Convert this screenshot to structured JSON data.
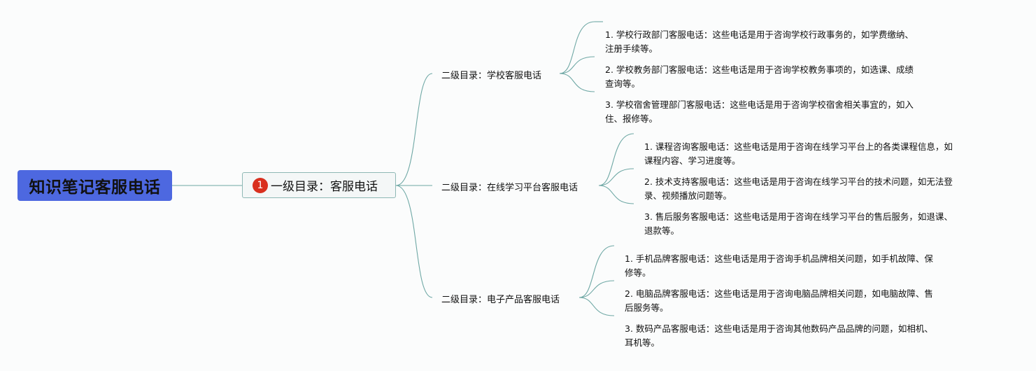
{
  "root": {
    "title": "知识笔记客服电话"
  },
  "level1": {
    "badge": "1",
    "label": "一级目录：客服电话"
  },
  "branches": [
    {
      "label": "二级目录：学校客服电话",
      "items": [
        {
          "line1": "1. 学校行政部门客服电话：这些电话是用于咨询学校行政事务的，如学费缴纳、",
          "line2": "注册手续等。"
        },
        {
          "line1": "2. 学校教务部门客服电话：这些电话是用于咨询学校教务事项的，如选课、成绩",
          "line2": "查询等。"
        },
        {
          "line1": "3. 学校宿舍管理部门客服电话：这些电话是用于咨询学校宿舍相关事宜的，如入",
          "line2": "住、报修等。"
        }
      ]
    },
    {
      "label": "二级目录：在线学习平台客服电话",
      "items": [
        {
          "line1": "1. 课程咨询客服电话：这些电话是用于咨询在线学习平台上的各类课程信息，如",
          "line2": "课程内容、学习进度等。"
        },
        {
          "line1": "2. 技术支持客服电话：这些电话是用于咨询在线学习平台的技术问题，如无法登",
          "line2": "录、视频播放问题等。"
        },
        {
          "line1": "3. 售后服务客服电话：这些电话是用于咨询在线学习平台的售后服务，如退课、",
          "line2": "退款等。"
        }
      ]
    },
    {
      "label": "二级目录：电子产品客服电话",
      "items": [
        {
          "line1": "1. 手机品牌客服电话：这些电话是用于咨询手机品牌相关问题，如手机故障、保",
          "line2": "修等。"
        },
        {
          "line1": "2. 电脑品牌客服电话：这些电话是用于咨询电脑品牌相关问题，如电脑故障、售",
          "line2": "后服务等。"
        },
        {
          "line1": "3. 数码产品客服电话：这些电话是用于咨询其他数码产品品牌的问题，如相机、",
          "line2": "耳机等。"
        }
      ]
    }
  ]
}
